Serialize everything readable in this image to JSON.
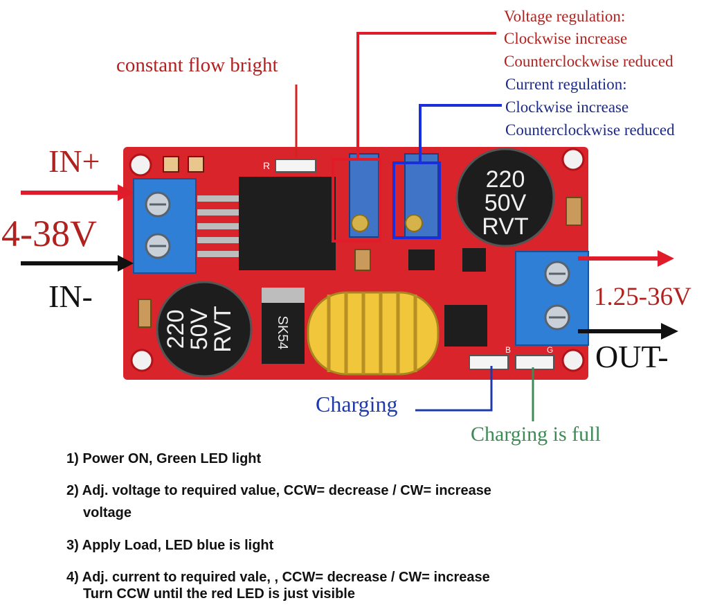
{
  "labels": {
    "led_r_label": "constant flow bright",
    "voltage_reg_title": "Voltage regulation:",
    "voltage_cw": "Clockwise increase",
    "voltage_ccw": "Counterclockwise reduced",
    "current_reg_title": "Current regulation:",
    "current_cw": "Clockwise increase",
    "current_ccw": "Counterclockwise reduced",
    "in_plus": "IN+",
    "in_range": "4-38V",
    "in_minus": "IN-",
    "out_range": "1.25-36V",
    "out_minus": "OUT-",
    "charging": "Charging",
    "charging_full": "Charging is full"
  },
  "board_marks": {
    "r_mark": "R",
    "b_mark": "B",
    "g_mark": "G",
    "cap_left": [
      "220",
      "50V",
      "RVT"
    ],
    "cap_right": [
      "220",
      "50V",
      "RVT"
    ],
    "diode": "SK54"
  },
  "colors": {
    "pcb": "#d8242a",
    "voltage_pointer": "#e01b2a",
    "current_pointer": "#1a2fd9",
    "charging_pointer": "#1f3aa8",
    "full_pointer": "#3d8a55",
    "voltage_text": "#b0221f",
    "current_text": "#1c2a86",
    "terminal": "#2f7fd6"
  },
  "instructions": [
    {
      "num": "1)",
      "lines": [
        "Power ON, Green LED light"
      ]
    },
    {
      "num": "2)",
      "lines": [
        "Adj. voltage to required value, CCW= decrease / CW= increase",
        "voltage"
      ]
    },
    {
      "num": "3)",
      "lines": [
        "Apply Load, LED blue is light"
      ]
    },
    {
      "num": "4)",
      "lines": [
        "Adj. current to required vale,  , CCW= decrease / CW= increase",
        "Turn CCW until the red LED is just visible"
      ]
    }
  ]
}
